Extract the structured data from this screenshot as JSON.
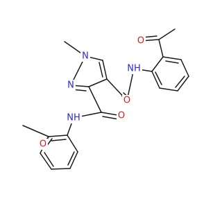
{
  "colors": {
    "bond": "#1a1a1a",
    "N": "#2a2ad6",
    "O": "#d42020",
    "background": "#ffffff"
  },
  "atoms": [
    {
      "id": "n1",
      "label": "N",
      "element": "N"
    },
    {
      "id": "n2",
      "label": "N",
      "element": "N"
    },
    {
      "id": "nh_right",
      "label": "NH",
      "element": "N"
    },
    {
      "id": "nh_left",
      "label": "NH",
      "element": "N"
    },
    {
      "id": "o_amide_right",
      "label": "O",
      "element": "O"
    },
    {
      "id": "o_amide_left",
      "label": "O",
      "element": "O"
    },
    {
      "id": "o_acetyl_top",
      "label": "O",
      "element": "O"
    },
    {
      "id": "o_acetyl_left",
      "label": "O",
      "element": "O"
    }
  ]
}
